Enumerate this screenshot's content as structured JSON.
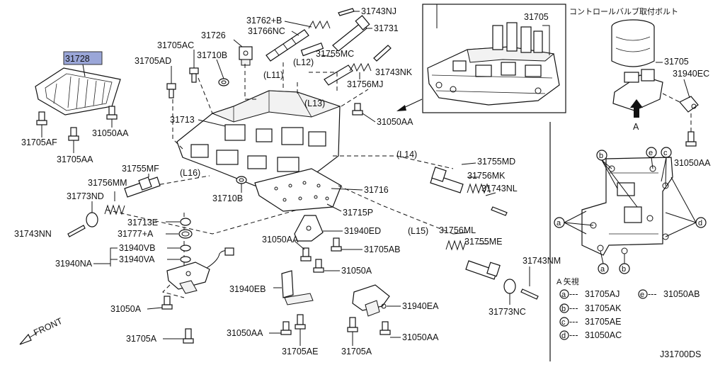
{
  "highlight_color": "#9aa6d8",
  "labels": {
    "p31728": "31728",
    "p31705AF": "31705AF",
    "p31705AA_a": "31705AA",
    "p31050AA_a": "31050AA",
    "p31705AD": "31705AD",
    "p31705AC": "31705AC",
    "p31710B_a": "31710B",
    "p31726": "31726",
    "p31762B": "31762+B",
    "p31766NC": "31766NC",
    "p31743NJ": "31743NJ",
    "p31731": "31731",
    "p31755MC": "31755MC",
    "p31743NK": "31743NK",
    "p31756MJ": "31756MJ",
    "L11": "(L11)",
    "L12": "(L12)",
    "L13": "(L13)",
    "L14": "(L14)",
    "L15": "(L15)",
    "L16": "(L16)",
    "p31713": "31713",
    "p31050AA_b": "31050AA",
    "p31755MD": "31755MD",
    "p31756MK": "31756MK",
    "p31743NL": "31743NL",
    "p31716": "31716",
    "p31715P": "31715P",
    "p31710B_b": "31710B",
    "p31755MF": "31755MF",
    "p31756MM": "31756MM",
    "p31773ND": "31773ND",
    "p31743NN": "31743NN",
    "p31713E": "31713E",
    "p31777A": "31777+A",
    "p31940VB": "31940VB",
    "p31940VA": "31940VA",
    "p31940NA": "31940NA",
    "p31940ED": "31940ED",
    "p31050AA_c": "31050AA",
    "p31705AB": "31705AB",
    "p31050A_a": "31050A",
    "p31756ML": "31756ML",
    "p31755ME": "31755ME",
    "p31743NM": "31743NM",
    "p31773NC": "31773NC",
    "p31940EB": "31940EB",
    "p31940EA": "31940EA",
    "p31050A_b": "31050A",
    "p31705A_a": "31705A",
    "p31050AA_d": "31050AA",
    "p31705AE": "31705AE",
    "p31705A_b": "31705A",
    "p31050AA_e": "31050AA",
    "front": "FRONT",
    "inset_31705": "31705",
    "caption_jp": "コントロールバルブ取付ボルト",
    "side_31705": "31705",
    "side_31940EC": "31940EC",
    "side_31050AA": "31050AA",
    "arrow_A": "A",
    "view_title": "A 矢視",
    "legend_a": "31705AJ",
    "legend_b": "31705AK",
    "legend_c": "31705AE",
    "legend_d": "31050AC",
    "legend_e": "31050AB",
    "diagram_id": "J31700DS"
  },
  "legend_letters": {
    "a": "a",
    "b": "b",
    "c": "c",
    "d": "d",
    "e": "e"
  }
}
